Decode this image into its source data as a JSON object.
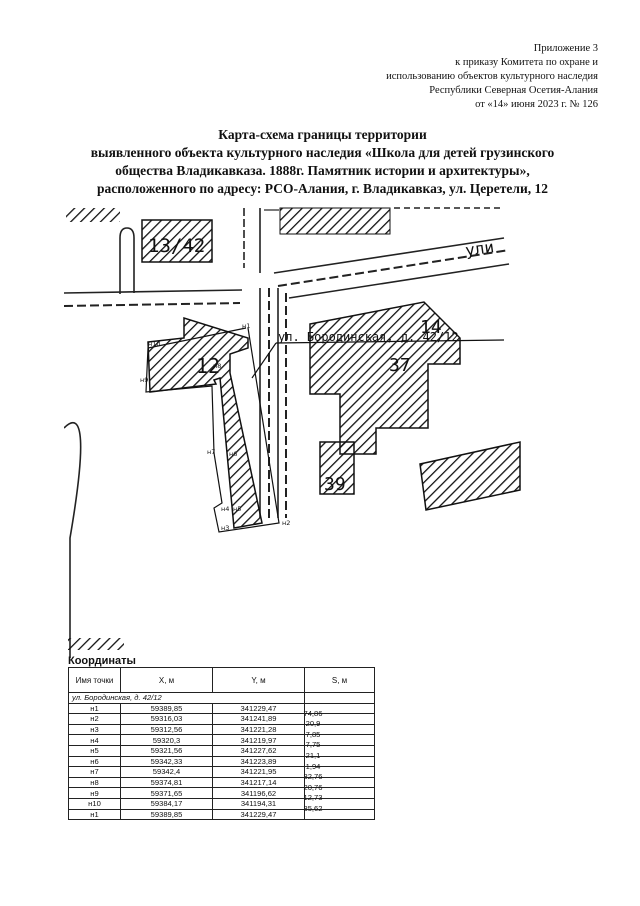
{
  "appendix": {
    "lines": [
      "Приложение 3",
      "к приказу Комитета по охране и",
      "использованию объектов культурного наследия",
      "Республики Северная Осетия-Алания",
      "от «14» июня 2023 г. № 126"
    ]
  },
  "title": {
    "lines": [
      "Карта-схема границы территории",
      "выявленного объекта культурного наследия «Школа для детей грузинского",
      "общества Владикавказа. 1888г. Памятник истории и архитектуры»,",
      "расположенного по адресу: РСО-Алания, г. Владикавказ, ул. Церетели, 12"
    ]
  },
  "map": {
    "building_labels": [
      "13/42",
      "12",
      "14",
      "37",
      "39"
    ],
    "street_label": "ули",
    "address_label": "ул. Бородинская, д. 42/12",
    "point_labels": [
      "н1",
      "н2",
      "н3",
      "н4",
      "н5",
      "н6",
      "н7",
      "н8",
      "н9",
      "н10"
    ]
  },
  "coords": {
    "heading": "Координаты",
    "headers": [
      "Имя точки",
      "X, м",
      "Y, м",
      "S, м"
    ],
    "address": "ул. Бородинская, д. 42/12",
    "rows": [
      [
        "н1",
        "59389,85",
        "341229,47"
      ],
      [
        "н2",
        "59316,03",
        "341241,89"
      ],
      [
        "н3",
        "59312,56",
        "341221,28"
      ],
      [
        "н4",
        "59320,3",
        "341219,97"
      ],
      [
        "н5",
        "59321,56",
        "341227,62"
      ],
      [
        "н6",
        "59342,33",
        "341223,89"
      ],
      [
        "н7",
        "59342,4",
        "341221,95"
      ],
      [
        "н8",
        "59374,81",
        "341217,14"
      ],
      [
        "н9",
        "59371,65",
        "341196,62"
      ],
      [
        "н10",
        "59384,17",
        "341194,31"
      ],
      [
        "н1",
        "59389,85",
        "341229,47"
      ]
    ],
    "distances": [
      "74,86",
      "20,9",
      "7,85",
      "7,75",
      "21,1",
      "1,94",
      "32,76",
      "20,76",
      "12,73",
      "35,62"
    ]
  }
}
